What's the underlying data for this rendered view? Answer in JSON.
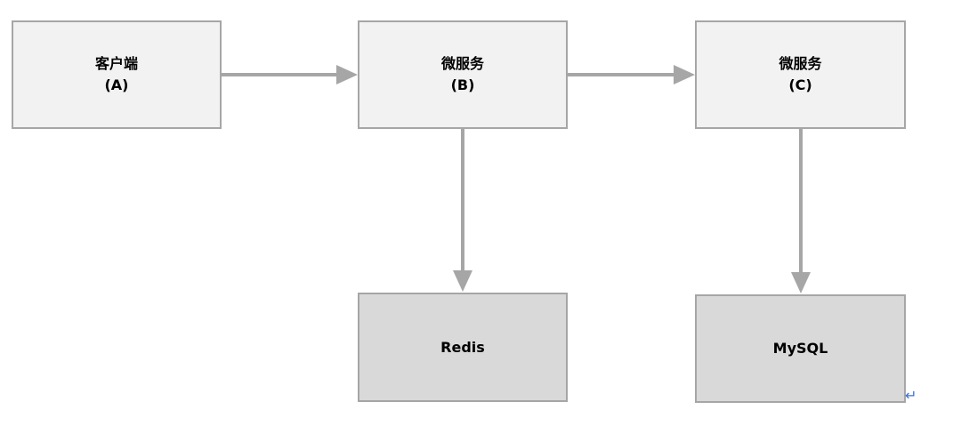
{
  "nodes": {
    "client": {
      "title": "客户端",
      "sub": "(A)"
    },
    "service_b": {
      "title": "微服务",
      "sub": "(B)"
    },
    "service_c": {
      "title": "微服务",
      "sub": "(C)"
    },
    "redis": {
      "title": "Redis"
    },
    "mysql": {
      "title": "MySQL"
    }
  },
  "colors": {
    "node_fill": "#f2f2f2",
    "store_fill": "#d9d9d9",
    "border": "#a6a6a6",
    "arrow": "#a6a6a6"
  },
  "icons": {
    "paragraph_mark": "return-arrow-icon"
  }
}
